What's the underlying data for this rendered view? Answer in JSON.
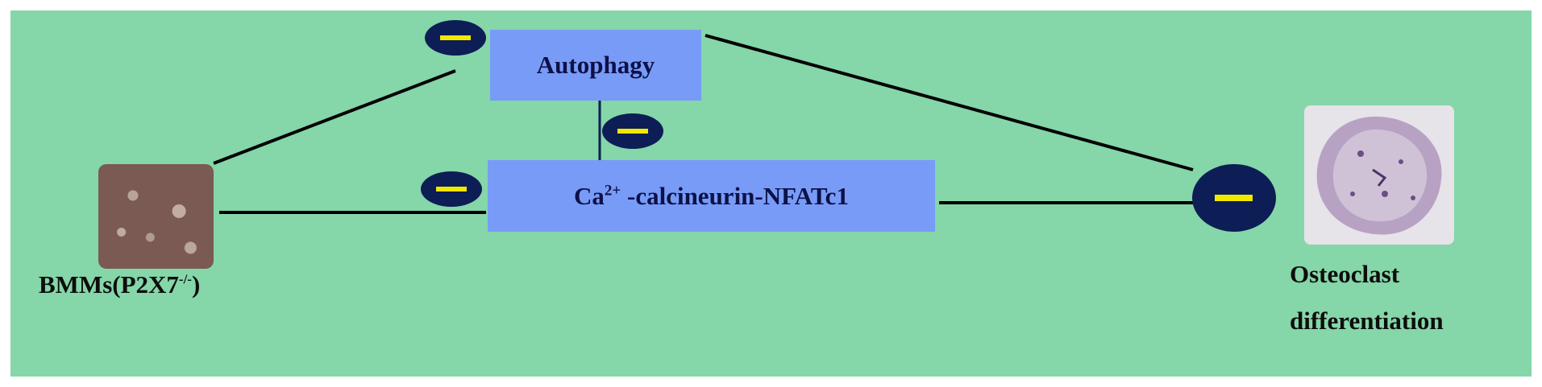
{
  "nodes": {
    "autophagy": "Autophagy",
    "calcineurin_ca": "Ca",
    "calcineurin_sup": "2+",
    "calcineurin_rest": " -calcineurin-NFATc1",
    "bmm_main": "BMMs(P2X7",
    "bmm_sup": "-/-",
    "bmm_close": ")",
    "osteoclast_line1": "Osteoclast",
    "osteoclast_line2": "differentiation"
  },
  "inhibition_symbol": "−",
  "colors": {
    "background": "#85d6a8",
    "box_fill": "#789bf7",
    "inhibitor_fill": "#0d1d55",
    "inhibitor_bar": "#f1e800",
    "line": "#000000"
  }
}
